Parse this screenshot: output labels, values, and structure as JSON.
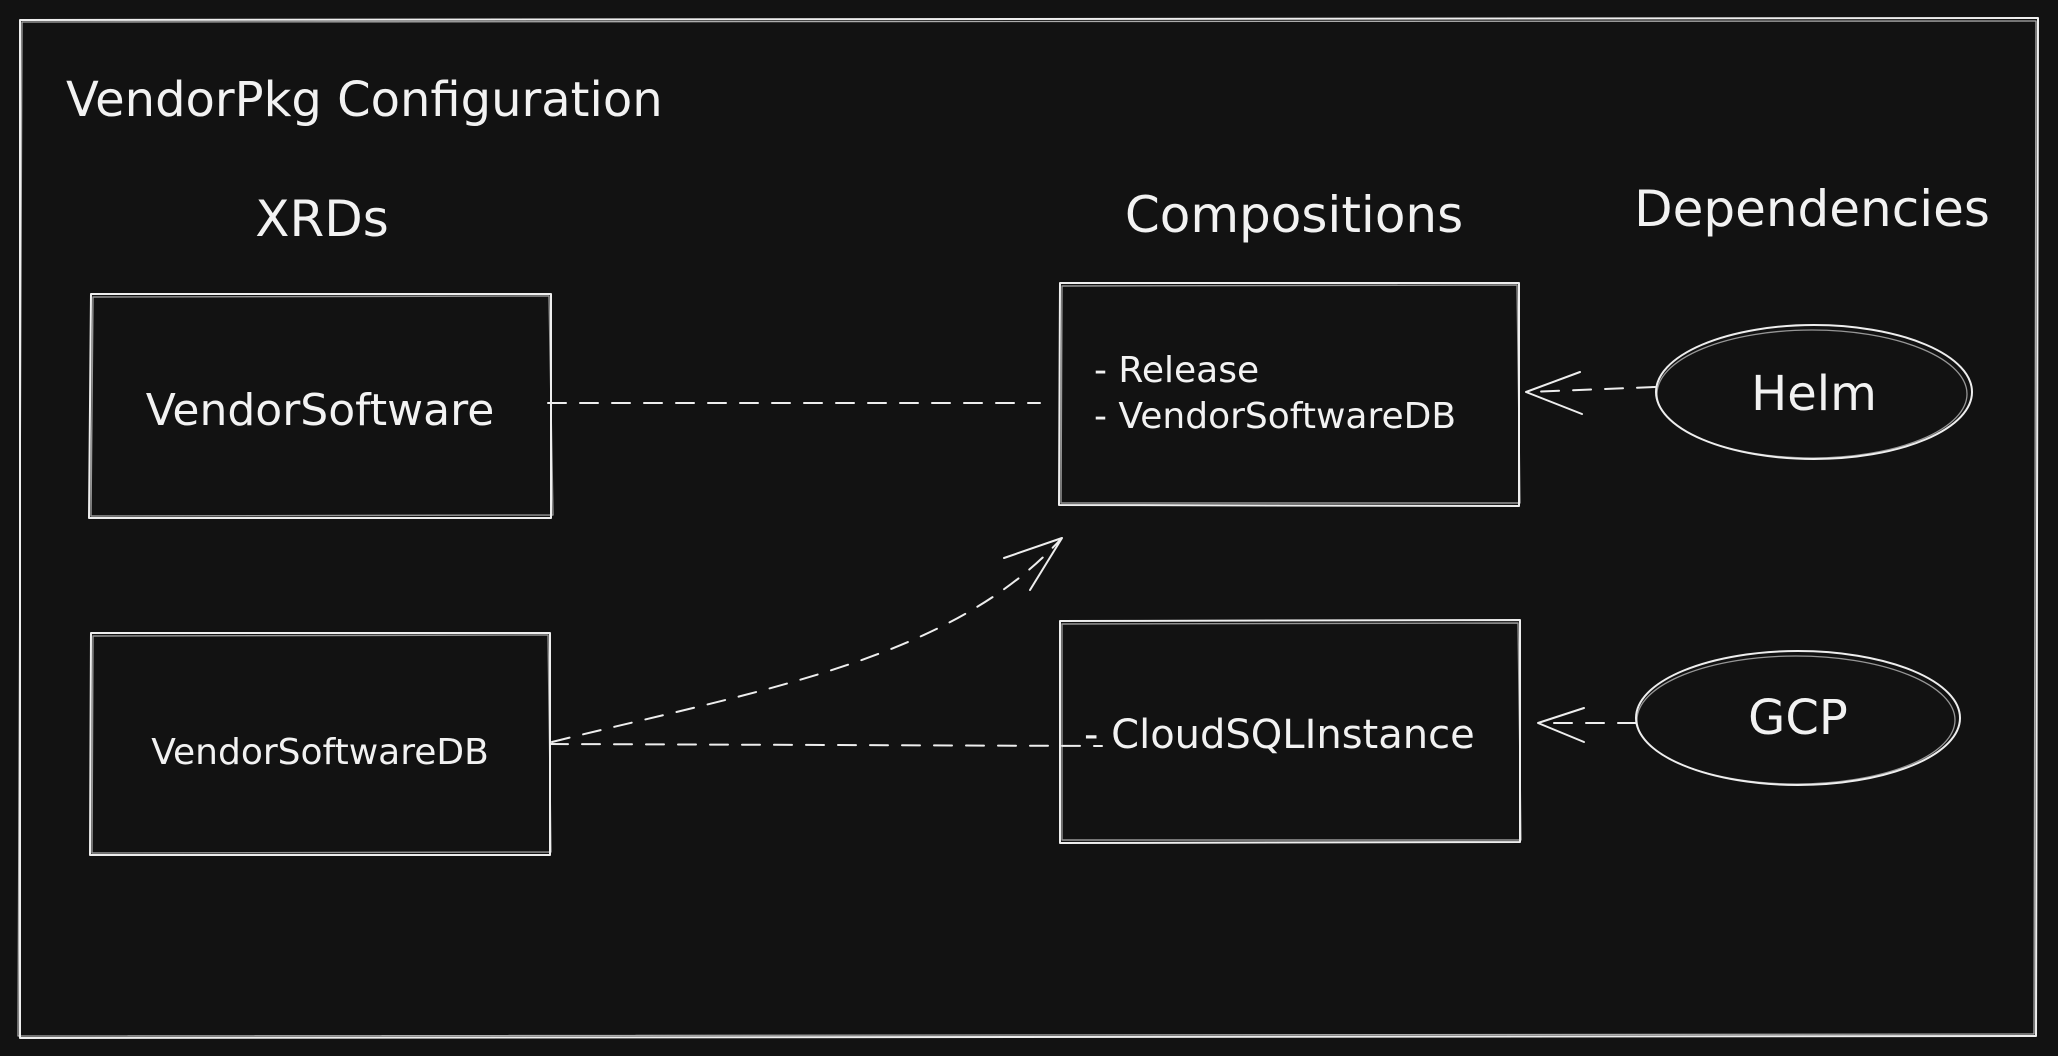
{
  "title": "VendorPkg Configuration",
  "columns": {
    "xrds": "XRDs",
    "compositions": "Compositions",
    "dependencies": "Dependencies"
  },
  "xrds": [
    {
      "label": "VendorSoftware"
    },
    {
      "label": "VendorSoftwareDB"
    }
  ],
  "compositions": [
    {
      "items": [
        "- Release",
        "- VendorSoftwareDB"
      ]
    },
    {
      "items": [
        "- CloudSQLInstance"
      ]
    }
  ],
  "dependencies": [
    {
      "label": "Helm"
    },
    {
      "label": "GCP"
    }
  ]
}
